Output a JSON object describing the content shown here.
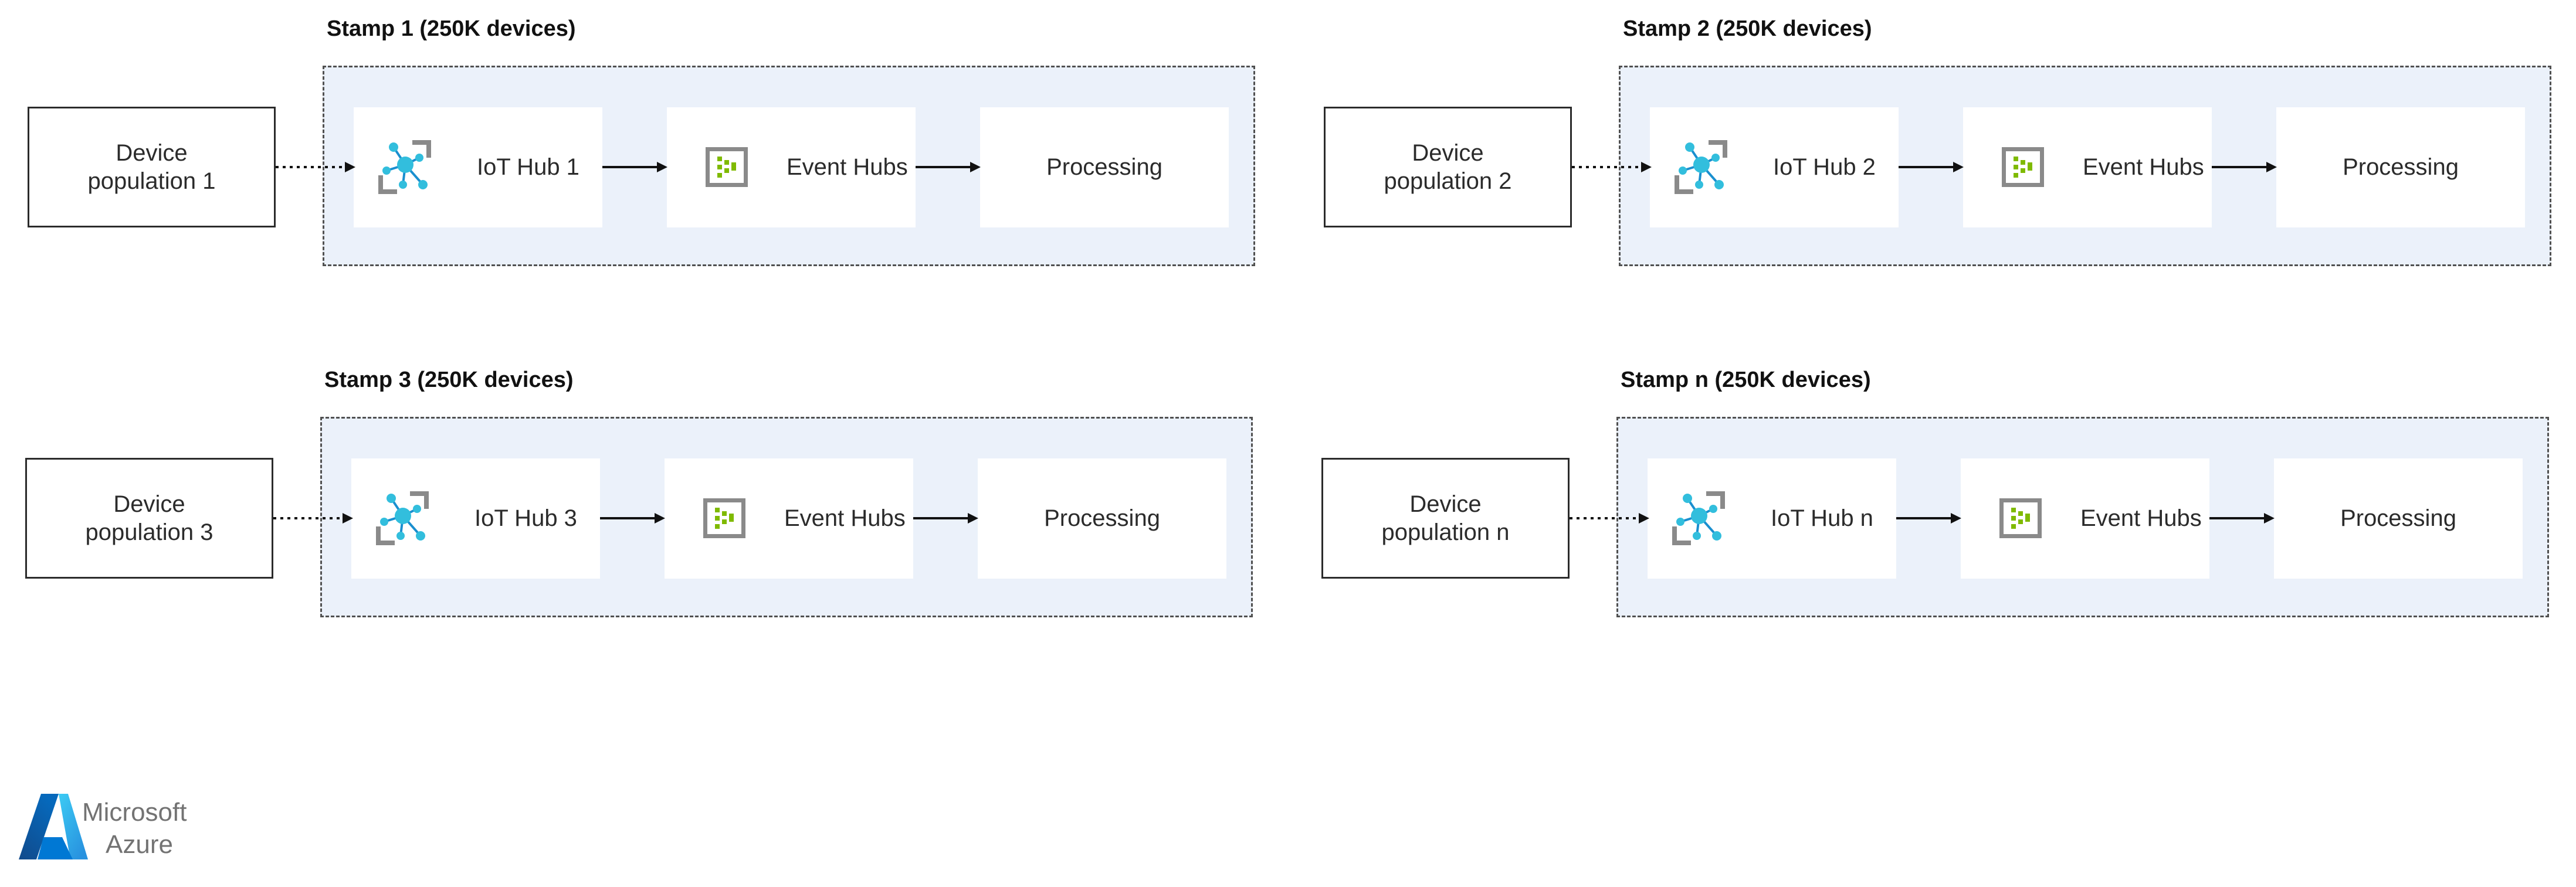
{
  "stamps": [
    {
      "title": "Stamp 1 (250K devices)",
      "device": "Device population 1",
      "hub": "IoT Hub 1",
      "event_hubs": "Event Hubs",
      "processing": "Processing"
    },
    {
      "title": "Stamp 2 (250K devices)",
      "device": "Device population 2",
      "hub": "IoT Hub 2",
      "event_hubs": "Event Hubs",
      "processing": "Processing"
    },
    {
      "title": "Stamp 3 (250K devices)",
      "device": "Device population 3",
      "hub": "IoT Hub 3",
      "event_hubs": "Event Hubs",
      "processing": "Processing"
    },
    {
      "title": "Stamp n (250K devices)",
      "device": "Device population n",
      "hub": "IoT Hub n",
      "event_hubs": "Event Hubs",
      "processing": "Processing"
    }
  ],
  "icons": {
    "hub": "iot-hub-icon",
    "event_hubs": "event-hubs-icon"
  },
  "logo": {
    "line1": "Microsoft",
    "line2": "Azure"
  },
  "colors": {
    "region_fill": "#ebf1fa",
    "iot_blue": "#32bedd",
    "event_hubs_green": "#7fba00",
    "icon_gray": "#8a8a8a",
    "azure_blue": "#0078d4"
  }
}
